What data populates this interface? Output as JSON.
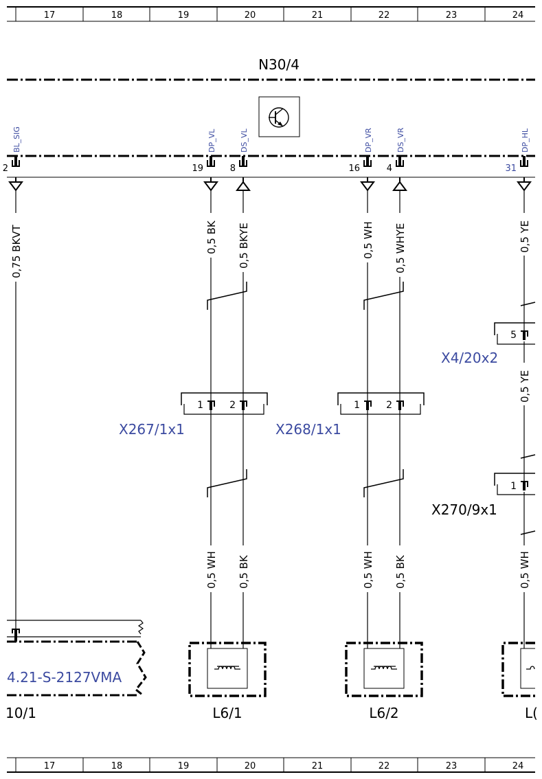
{
  "ruler": {
    "columns": [
      "17",
      "18",
      "19",
      "20",
      "21",
      "22",
      "23",
      "24"
    ]
  },
  "module": {
    "name": "N30/4",
    "pins": [
      {
        "signal": "BL_SIG",
        "number": ""
      },
      {
        "signal": "DP_VL",
        "number": "19"
      },
      {
        "signal": "DS_VL",
        "number": "8"
      },
      {
        "signal": "DP_VR",
        "number": "16"
      },
      {
        "signal": "DS_VR",
        "number": "4"
      },
      {
        "signal": "DP_HL",
        "number": "31"
      }
    ],
    "left_edge_fragment": "2"
  },
  "wires_upper": [
    "0,75 BKVT",
    "0,5 BK",
    "0,5 BKYE",
    "0,5 WH",
    "0,5 WHYE",
    "0,5 YE"
  ],
  "wire_mid": "0,5 YE",
  "wires_lower": [
    "0,5 WH",
    "0,5 BK",
    "0,5 WH",
    "0,5 BK",
    "0,5 WH"
  ],
  "connectors": {
    "x267": {
      "name": "X267/1x1",
      "pin1": "1",
      "pin2": "2"
    },
    "x268": {
      "name": "X268/1x1",
      "pin1": "1",
      "pin2": "2"
    },
    "x4": {
      "name": "X4/20x2",
      "pin": "5"
    },
    "x270": {
      "name": "X270/9x1",
      "pin": "1"
    }
  },
  "components": {
    "left_ref": "4.21-S-2127VMA",
    "left_name": "10/1",
    "l6_1": "L6/1",
    "l6_2": "L6/2",
    "l6_3_partial": "L("
  },
  "colors": {
    "line": "#000000",
    "reference_blue": "#3b4aa0"
  }
}
